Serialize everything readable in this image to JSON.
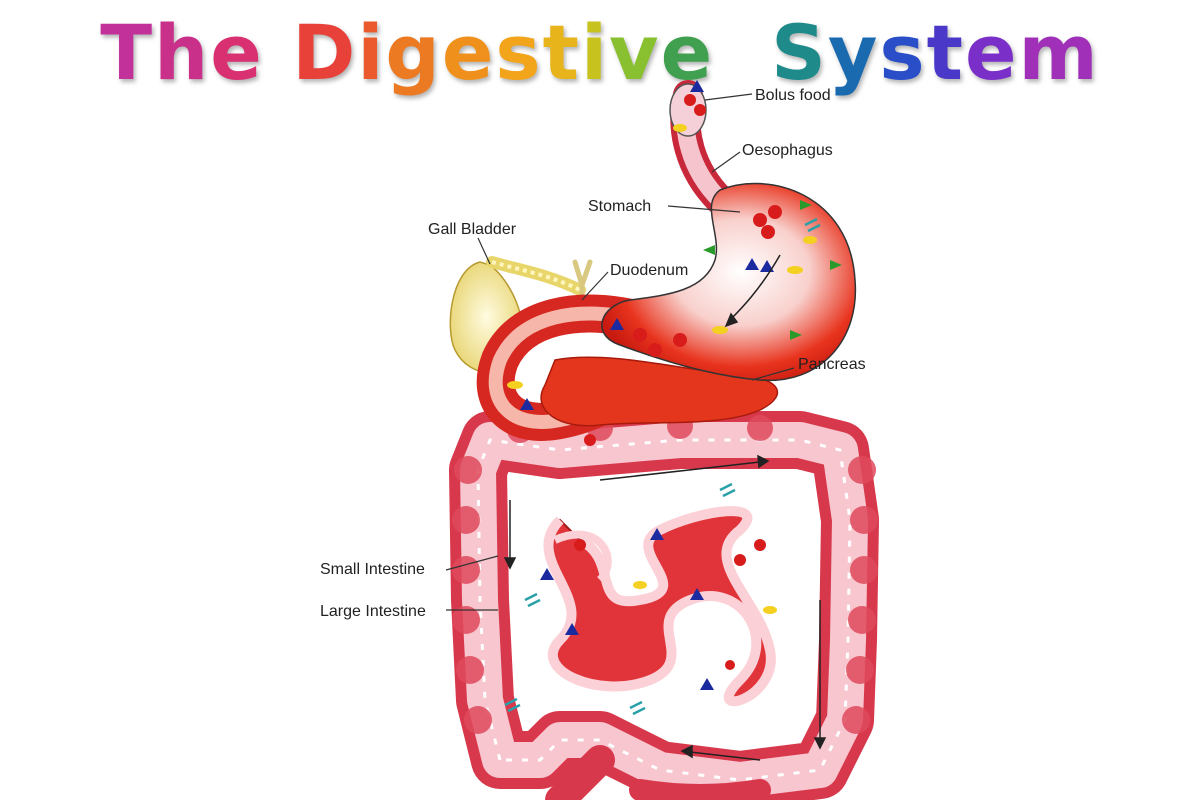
{
  "title": {
    "text": "The Digestive  System",
    "colors": [
      "#c2309a",
      "#c8308a",
      "#d83070",
      "#e23c3c",
      "#e8413a",
      "#ea5a2c",
      "#ec7a22",
      "#f0901c",
      "#f2a41a",
      "#e8b41c",
      "#c8c21e",
      "#88c030",
      "#40a050",
      "#ffffff",
      "#ffffff",
      "#1e8a8a",
      "#1a6ab0",
      "#2a4ec8",
      "#4a38c8",
      "#7a30c8",
      "#a030b8"
    ]
  },
  "labels": {
    "bolus": "Bolus   food",
    "oesophagus": "Oesophagus",
    "stomach": "Stomach",
    "gall_bladder": "Gall Bladder",
    "duodenum": "Duodenum",
    "pancreas": "Pancreas",
    "small_intestine": "Small Intestine",
    "large_intestine": "Large Intestine"
  },
  "icons": {
    "food_particles": "food-particle-icon",
    "flow_arrows": "flow-arrow-icon"
  },
  "colors": {
    "stomach_red": "#e0201a",
    "colon_pink": "#f2a8b4",
    "gall_yellow": "#f4eca0",
    "pancreas_red": "#e03018"
  }
}
